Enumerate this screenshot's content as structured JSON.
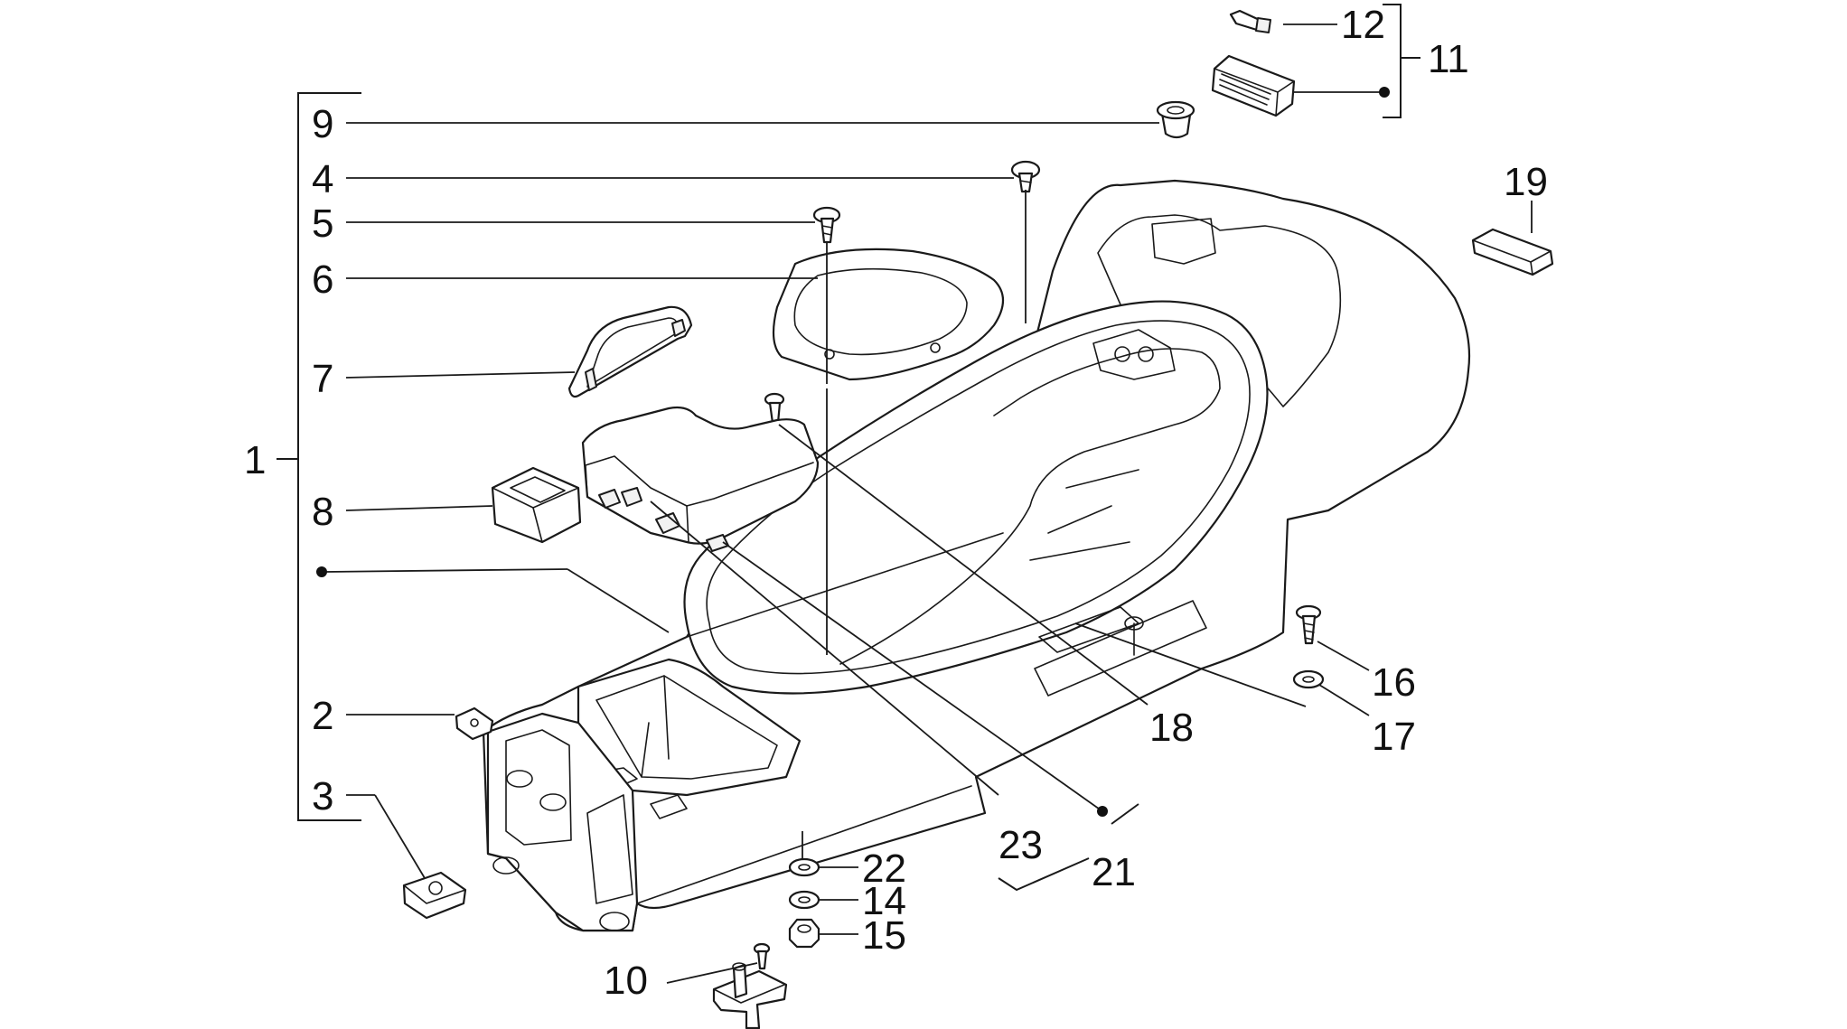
{
  "diagram": {
    "callouts": {
      "c1": "1",
      "c2": "2",
      "c3": "3",
      "c4": "4",
      "c5": "5",
      "c6": "6",
      "c7": "7",
      "c8": "8",
      "c9": "9",
      "c10": "10",
      "c11": "11",
      "c12": "12",
      "c14": "14",
      "c15": "15",
      "c16": "16",
      "c17": "17",
      "c18": "18",
      "c19": "19",
      "c21": "21",
      "c22": "22",
      "c23": "23"
    }
  }
}
